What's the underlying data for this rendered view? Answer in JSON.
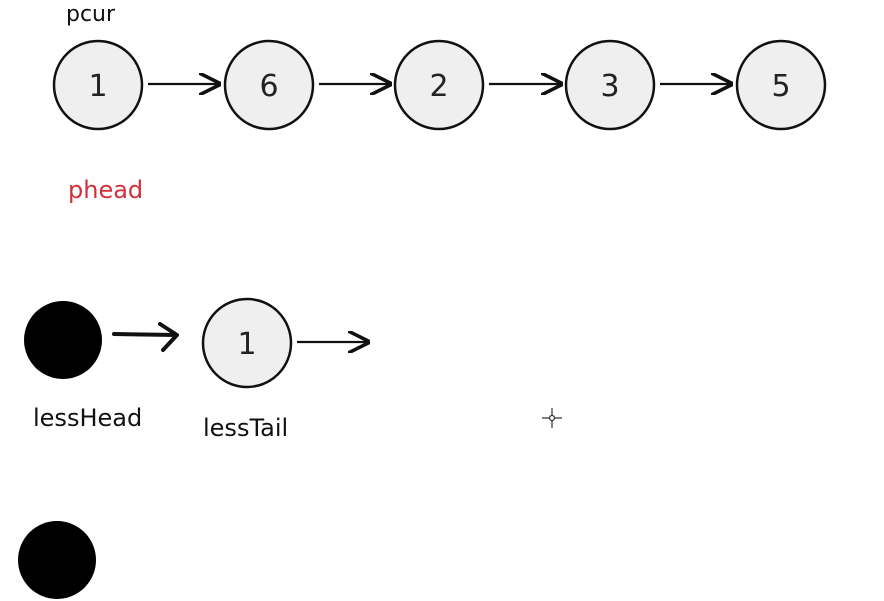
{
  "top_list": {
    "pointer_label": "pcur",
    "nodes": [
      "1",
      "6",
      "2",
      "3",
      "5"
    ]
  },
  "phead_label": "phead",
  "less_list": {
    "head_label": "lessHead",
    "tail_label": "lessTail",
    "nodes": [
      "1"
    ]
  },
  "colors": {
    "node_fill": "#efefef",
    "stroke": "#111111",
    "dummy_fill": "#000000",
    "phead_color": "#d32f3a"
  },
  "icons": [
    "crosshair-cursor-icon"
  ]
}
